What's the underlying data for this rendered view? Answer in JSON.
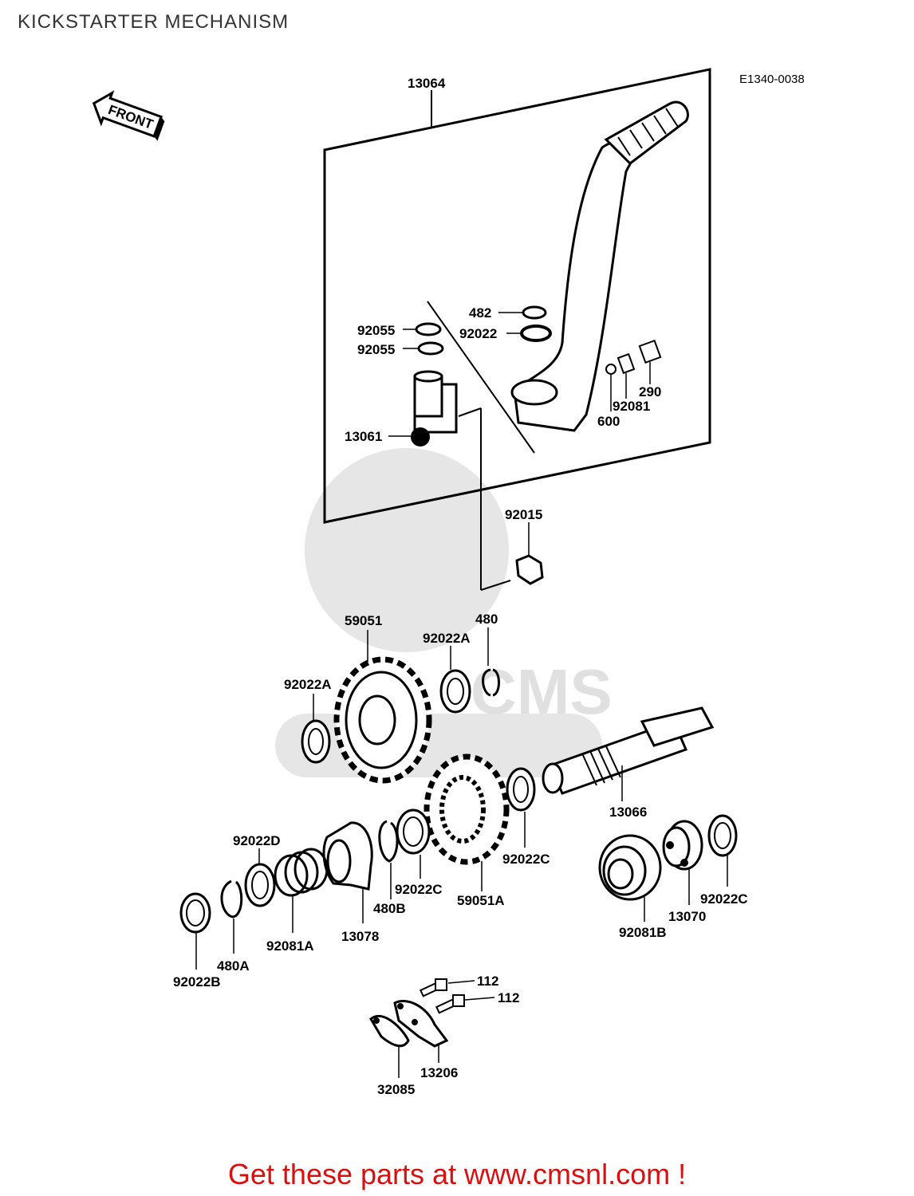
{
  "page": {
    "title": "KICKSTARTER MECHANISM",
    "diagram_code": "E1340-0038",
    "footer": "Get these parts at www.cmsnl.com !"
  },
  "direction_arrow": {
    "label": "FRONT"
  },
  "part_labels": {
    "p13064": "13064",
    "p482": "482",
    "p92022": "92022",
    "p92055a": "92055",
    "p92055b": "92055",
    "p290": "290",
    "p92081": "92081",
    "p600": "600",
    "p13061": "13061",
    "p92015": "92015",
    "p59051": "59051",
    "p480": "480",
    "p92022A_right": "92022A",
    "p92022A_left": "92022A",
    "p13066": "13066",
    "p92022D": "92022D",
    "p92022C_a": "92022C",
    "p92022C_b": "92022C",
    "p92022C_c": "92022C",
    "p59051A": "59051A",
    "p480B": "480B",
    "p13078": "13078",
    "p92081A": "92081A",
    "p480A": "480A",
    "p92022B": "92022B",
    "p13070": "13070",
    "p92081B": "92081B",
    "p112a": "112",
    "p112b": "112",
    "p13206": "13206",
    "p32085": "32085"
  }
}
